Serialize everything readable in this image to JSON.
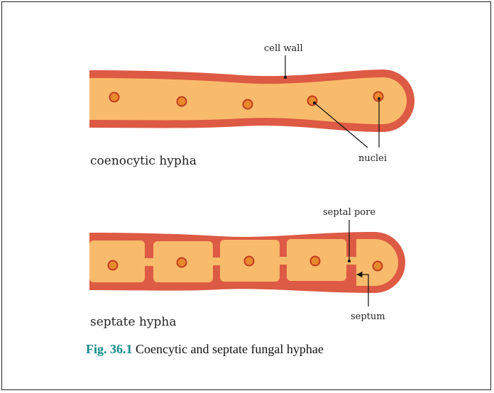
{
  "labels": {
    "cell_wall": "cell wall",
    "nuclei": "nuclei",
    "coenocytic": "coenocytic hypha",
    "septal_pore": "septal pore",
    "septum": "septum",
    "septate": "septate hypha"
  },
  "caption": {
    "figure_number": "Fig. 36.1",
    "text": "Coencytic and septate fungal hyphae"
  },
  "colors": {
    "wall": "#dd5a44",
    "cytoplasm": "#f8bb6b",
    "nucleus_fill": "#e98a2a",
    "nucleus_stroke": "#c23a22",
    "caption_accent": "#138a8a"
  }
}
